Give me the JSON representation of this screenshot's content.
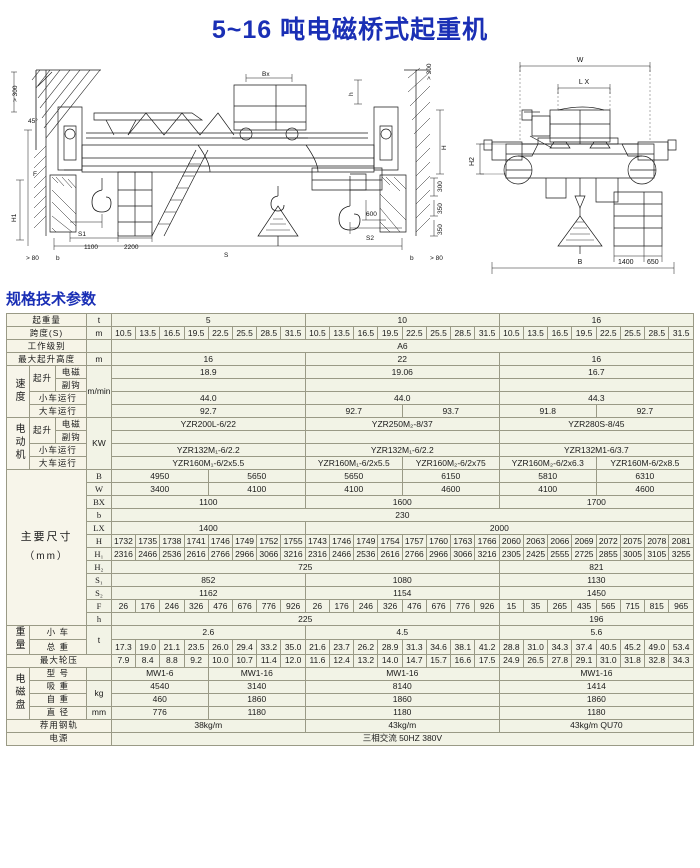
{
  "title": "5~16 吨电磁桥式起重机",
  "section_heading": "规格技术参数",
  "drawing_left": {
    "labels": {
      "gap_top_left": "> 300",
      "gap_top_right": "> 300",
      "angle": "45°",
      "h1": "H1",
      "f": "F",
      "s1": "S1",
      "d1100": "1100",
      "d2200": "2200",
      "min80_left": "> 80",
      "min80_right": "> 80",
      "b_left": "b",
      "b_right": "b",
      "span_s": "S",
      "s2": "S2",
      "d600": "600",
      "bx": "Bx",
      "h_small": "h",
      "h_right": "H",
      "v300": "300",
      "v350a": "350",
      "v350b": "350"
    }
  },
  "drawing_right": {
    "labels": {
      "w": "W",
      "lx": "L X",
      "h2": "H2",
      "b": "B",
      "d1400": "1400",
      "d650": "650"
    }
  },
  "table": {
    "row_capacity": {
      "label": "起重量",
      "unit": "t",
      "groups": [
        "5",
        "10",
        "16"
      ]
    },
    "row_span": {
      "label": "跨度(S)",
      "unit": "m",
      "values": [
        "10.5",
        "13.5",
        "16.5",
        "19.5",
        "22.5",
        "25.5",
        "28.5",
        "31.5"
      ]
    },
    "row_workclass": {
      "label": "工作级别",
      "unit": "",
      "value": "A6"
    },
    "row_maxheight": {
      "label": "最大起升高度",
      "unit": "m",
      "groups": [
        "16",
        "22",
        "16"
      ]
    },
    "speed": {
      "label": "速度",
      "unit": "m/min",
      "rows": [
        {
          "label1": "起升",
          "label2": "电磁",
          "groups": [
            "18.9",
            "19.06",
            "16.7"
          ]
        },
        {
          "label1": "起升",
          "label2": "副钩",
          "groups": [
            "",
            "",
            ""
          ]
        },
        {
          "label1": "小车运行",
          "label2": "",
          "groups": [
            "44.0",
            "44.0",
            "44.3"
          ]
        },
        {
          "label1": "大车运行",
          "label2": "",
          "halves": [
            "92.7",
            "92.7",
            "93.7",
            "91.8",
            "92.7"
          ]
        }
      ],
      "trolley_run_label": "小车运行",
      "bridge_run_label": "大车运行"
    },
    "motor": {
      "label": "电动机",
      "unit": "KW",
      "rows": [
        {
          "label1": "起升",
          "label2": "电磁",
          "groups": [
            "YZR200L-6/22",
            "YZR250M₂-8/37",
            "YZR280S-8/45"
          ]
        },
        {
          "label1": "起升",
          "label2": "副钩",
          "groups": [
            "",
            "",
            ""
          ]
        },
        {
          "label1": "小车运行",
          "label2": "",
          "groups2": [
            "YZR132M₁-6/2.2",
            "YZR132M₁-6/2.2",
            "YZR132M1-6/3.7"
          ]
        },
        {
          "label1": "大车运行",
          "label2": "",
          "halves": [
            "YZR160M₁-6/2x5.5",
            "YZR160M₁-6/2x5.5",
            "YZR160M₂-6/2x75",
            "YZR160M₂-6/2x6.3",
            "YZR160M-6/2x8.5"
          ]
        }
      ]
    },
    "dims": {
      "label": "主要尺寸",
      "unit": "（mm）",
      "B": {
        "name": "B",
        "halves": [
          "4950",
          "5650",
          "5650",
          "6150",
          "5810",
          "6310"
        ]
      },
      "W": {
        "name": "W",
        "halves": [
          "3400",
          "4100",
          "4100",
          "4600",
          "4100",
          "4600"
        ]
      },
      "BX": {
        "name": "BX",
        "groups": [
          "1100",
          "1600",
          "1700"
        ]
      },
      "b": {
        "name": "b",
        "value": "230"
      },
      "LX": {
        "name": "LX",
        "first": "1400",
        "rest": "2000"
      },
      "H": {
        "name": "H",
        "values": [
          "1732",
          "1735",
          "1738",
          "1741",
          "1746",
          "1749",
          "1752",
          "1755",
          "1743",
          "1746",
          "1749",
          "1754",
          "1757",
          "1760",
          "1763",
          "1766",
          "2060",
          "2063",
          "2066",
          "2069",
          "2072",
          "2075",
          "2078",
          "2081"
        ]
      },
      "H1": {
        "name": "H₁",
        "values": [
          "2316",
          "2466",
          "2536",
          "2616",
          "2766",
          "2966",
          "3066",
          "3216",
          "2316",
          "2466",
          "2536",
          "2616",
          "2766",
          "2966",
          "3066",
          "3216",
          "2305",
          "2425",
          "2555",
          "2725",
          "2855",
          "3005",
          "3105",
          "3255"
        ]
      },
      "H2": {
        "name": "H₂",
        "first": "725",
        "rest": "821"
      },
      "S1": {
        "name": "S₁",
        "groups": [
          "852",
          "1080",
          "1130"
        ]
      },
      "S2": {
        "name": "S₂",
        "groups": [
          "1162",
          "1154",
          "1450"
        ]
      },
      "F": {
        "name": "F",
        "values": [
          "26",
          "176",
          "246",
          "326",
          "476",
          "676",
          "776",
          "926",
          "26",
          "176",
          "246",
          "326",
          "476",
          "676",
          "776",
          "926",
          "15",
          "35",
          "265",
          "435",
          "565",
          "715",
          "815",
          "965"
        ]
      },
      "h": {
        "name": "h",
        "first": "225",
        "rest": "196"
      }
    },
    "weight": {
      "label": "重量",
      "unit": "t",
      "trolley": {
        "name": "小 车",
        "groups": [
          "2.6",
          "4.5",
          "5.6"
        ]
      },
      "total": {
        "name": "总 重",
        "values": [
          "17.3",
          "19.0",
          "21.1",
          "23.5",
          "26.0",
          "29.4",
          "33.2",
          "35.0",
          "21.6",
          "23.7",
          "26.2",
          "28.9",
          "31.3",
          "34.6",
          "38.1",
          "41.2",
          "28.8",
          "31.0",
          "34.3",
          "37.4",
          "40.5",
          "45.2",
          "49.0",
          "53.4"
        ]
      },
      "wheel": {
        "name": "最大轮压",
        "values": [
          "7.9",
          "8.4",
          "8.8",
          "9.2",
          "10.0",
          "10.7",
          "11.4",
          "12.0",
          "11.6",
          "12.4",
          "13.2",
          "14.0",
          "14.7",
          "15.7",
          "16.6",
          "17.5",
          "24.9",
          "26.5",
          "27.8",
          "29.1",
          "31.0",
          "31.8",
          "32.8",
          "34.3"
        ]
      }
    },
    "magnet": {
      "label": "电磁盘",
      "model": {
        "name": "型 号",
        "unit": "",
        "halves": [
          "MW1-6",
          "MW1-16",
          "MW1-16",
          "MW1-16"
        ]
      },
      "lift": {
        "name": "吸 重",
        "unit": "kg",
        "halves": [
          "4540",
          "3140",
          "8140",
          "1414"
        ]
      },
      "selfw": {
        "name": "自 重",
        "unit": "kg",
        "halves": [
          "460",
          "1860",
          "1860",
          "1860"
        ]
      },
      "diameter": {
        "name": "直 径",
        "unit": "mm",
        "halves": [
          "776",
          "1180",
          "1180",
          "1180"
        ]
      }
    },
    "rail": {
      "label": "荐用钢轨",
      "groups": [
        "38kg/m",
        "43kg/m",
        "43kg/m  QU70"
      ]
    },
    "power": {
      "label": "电源",
      "value": "三相交流  50HZ   380V"
    }
  }
}
